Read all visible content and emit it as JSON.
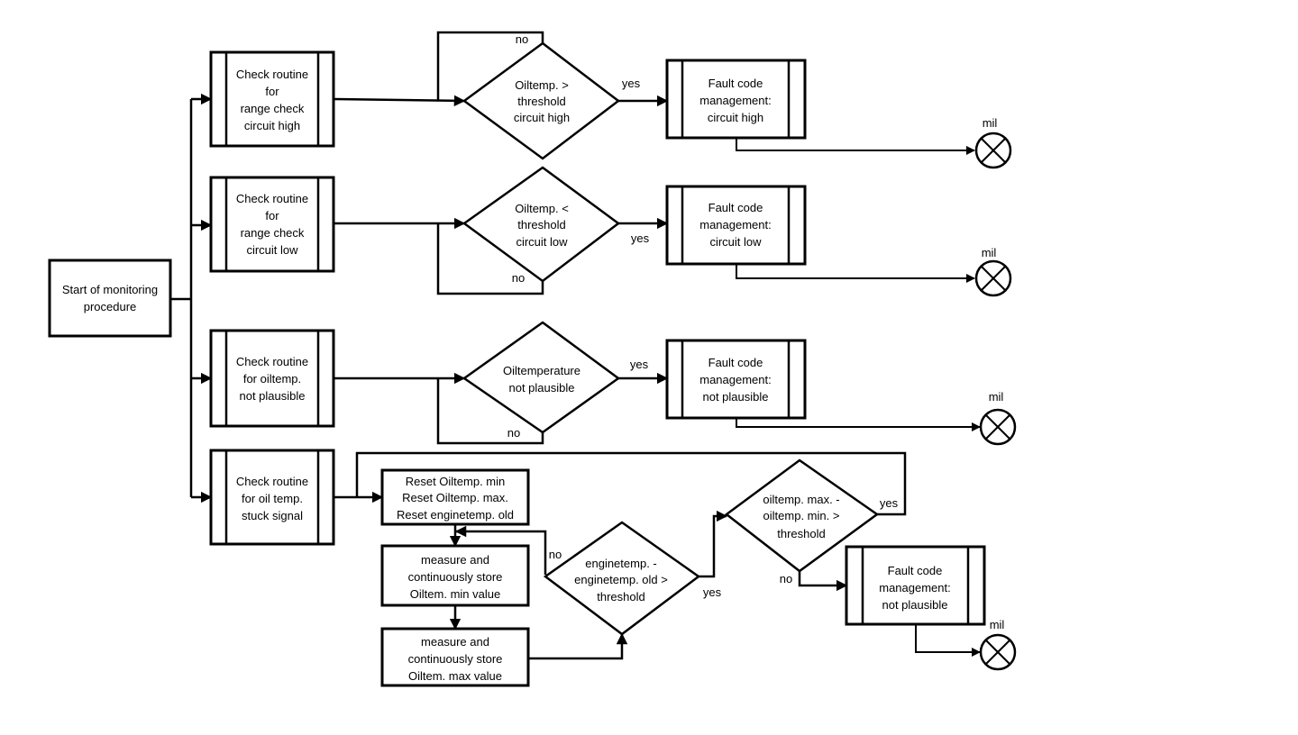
{
  "start": {
    "lines": [
      "Start of monitoring",
      "procedure"
    ]
  },
  "checks": {
    "high": {
      "lines": [
        "Check routine",
        "for",
        "range check",
        "circuit high"
      ]
    },
    "low": {
      "lines": [
        "Check routine",
        "for",
        "range check",
        "circuit low"
      ]
    },
    "plausible": {
      "lines": [
        "Check routine",
        "for oiltemp.",
        "not plausible"
      ]
    },
    "stuck": {
      "lines": [
        "Check routine",
        "for oil temp.",
        "stuck signal"
      ]
    }
  },
  "decisions": {
    "high": {
      "lines": [
        "Oiltemp. >",
        "threshold",
        "circuit high"
      ]
    },
    "low": {
      "lines": [
        "Oiltemp. <",
        "threshold",
        "circuit low"
      ]
    },
    "plausible": {
      "lines": [
        "Oiltemperature",
        "not plausible"
      ]
    },
    "engine": {
      "lines": [
        "enginetemp. -",
        "enginetemp. old >",
        "threshold"
      ]
    },
    "oil": {
      "lines": [
        "oiltemp. max. -",
        "oiltemp. min. >",
        "threshold"
      ]
    }
  },
  "faults": {
    "high": {
      "lines": [
        "Fault code",
        "management:",
        "circuit high"
      ]
    },
    "low": {
      "lines": [
        "Fault code",
        "management:",
        "circuit low"
      ]
    },
    "plausible": {
      "lines": [
        "Fault code",
        "management:",
        "not plausible"
      ]
    },
    "stuck": {
      "lines": [
        "Fault code",
        "management:",
        "not plausible"
      ]
    }
  },
  "process": {
    "reset": {
      "lines": [
        "Reset Oiltemp. min",
        "Reset Oiltemp. max.",
        "Reset enginetemp. old"
      ]
    },
    "min": {
      "lines": [
        "measure and",
        "continuously store",
        "Oiltem. min value"
      ]
    },
    "max": {
      "lines": [
        "measure and",
        "continuously store",
        "Oiltem. max value"
      ]
    }
  },
  "labels": {
    "yes": "yes",
    "no": "no",
    "mil": "mil"
  }
}
